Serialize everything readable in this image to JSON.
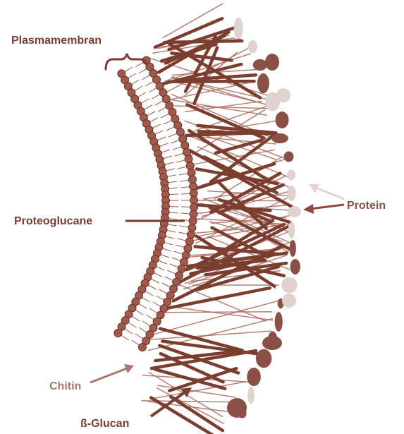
{
  "labels": {
    "plasmamembran": "Plasmamembran",
    "proteoglucane": "Proteoglucane",
    "protein": "Protein",
    "chitin": "Chitin",
    "beta_glucan": "ß-Glucan"
  },
  "colors": {
    "dark_brown": "#7a3d2e",
    "mid_brown": "#8a5046",
    "light_brown": "#a86c5f",
    "pale_pink": "#e0d2cf",
    "lipid_head": "#a05a4d",
    "label_dark": "#7a3d2e",
    "label_light": "#a8786b"
  },
  "icons": {
    "membrane": "lipid-bilayer-icon",
    "brace": "curly-brace-icon"
  }
}
